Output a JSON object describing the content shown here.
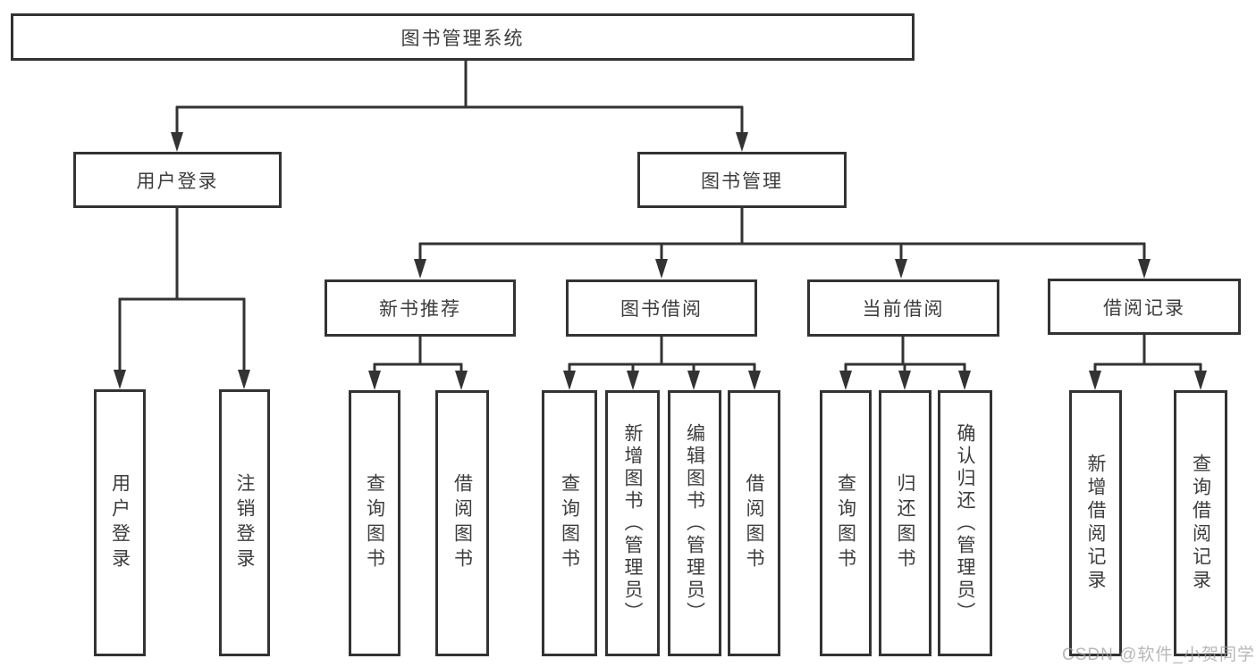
{
  "colors": {
    "background": "#ffffff",
    "line": "#333333",
    "box_border": "#333333",
    "text": "#3d3d3d",
    "watermark": "#c4c4c4"
  },
  "nodes": {
    "root": "图书管理系统",
    "user_login": "用户登录",
    "book_mgmt": "图书管理",
    "new_book_rec": "新书推荐",
    "book_borrow": "图书借阅",
    "current_borrow": "当前借阅",
    "borrow_record": "借阅记录",
    "leaf_user_login": "用户登录",
    "leaf_logout": "注销登录",
    "leaf_nbr_query_book": "查询图书",
    "leaf_nbr_borrow_book": "借阅图书",
    "leaf_bb_query_book": "查询图书",
    "leaf_bb_add_book": "新增图书（管理员）",
    "leaf_bb_edit_book": "编辑图书（管理员）",
    "leaf_bb_borrow_book": "借阅图书",
    "leaf_cb_query_book": "查询图书",
    "leaf_cb_return_book": "归还图书",
    "leaf_cb_confirm_return": "确认归还（管理员）",
    "leaf_br_add_record": "新增借阅记录",
    "leaf_br_query_record": "查询借阅记录"
  },
  "hierarchy": {
    "图书管理系统": {
      "用户登录": [
        "用户登录",
        "注销登录"
      ],
      "图书管理": {
        "新书推荐": [
          "查询图书",
          "借阅图书"
        ],
        "图书借阅": [
          "查询图书",
          "新增图书（管理员）",
          "编辑图书（管理员）",
          "借阅图书"
        ],
        "当前借阅": [
          "查询图书",
          "归还图书",
          "确认归还（管理员）"
        ],
        "借阅记录": [
          "新增借阅记录",
          "查询借阅记录"
        ]
      }
    }
  },
  "watermark": {
    "text": "CSDN @软件_小贺同学"
  }
}
